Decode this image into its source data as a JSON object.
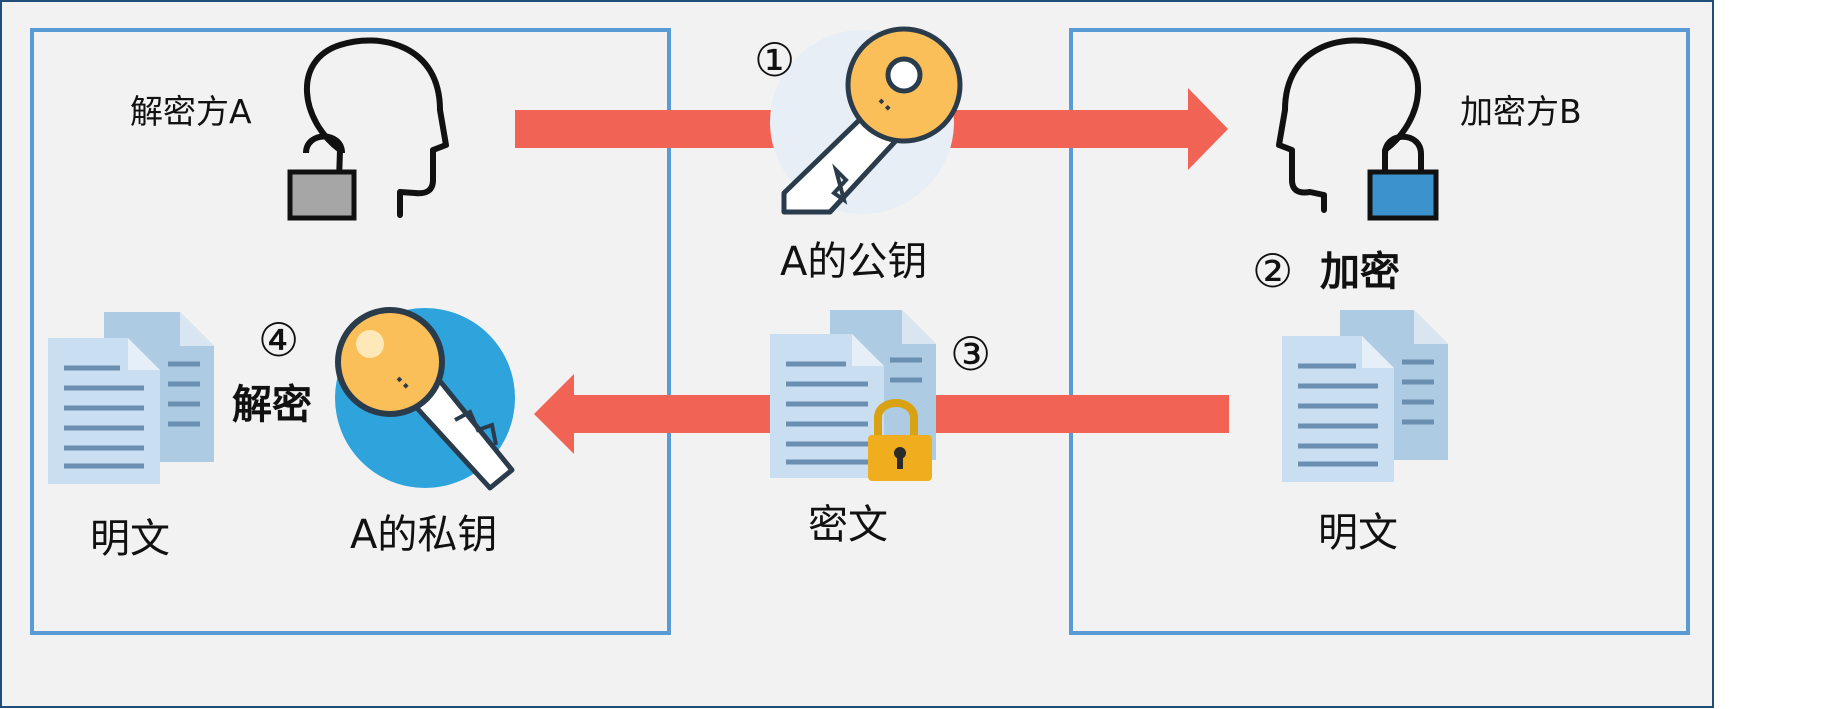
{
  "left_panel": {
    "title": "解密方A",
    "plaintext_label": "明文",
    "step_number": "④",
    "step_label": "解密",
    "private_key_label": "A的私钥"
  },
  "right_panel": {
    "title": "加密方B",
    "plaintext_label": "明文",
    "step_number": "②",
    "step_label": "加密"
  },
  "middle": {
    "public_key_step": "①",
    "public_key_label": "A的公钥",
    "ciphertext_step": "③",
    "ciphertext_label": "密文"
  },
  "colors": {
    "arrow": "#f06355",
    "panel_border": "#5b9bd5",
    "panel_fill": "#f2f2f2",
    "key_gold": "#fbbf5a",
    "private_key_circle": "#2ea3dc",
    "lock_gray": "#a6a6a6",
    "lock_blue": "#3c92cc",
    "padlock_gold": "#f0ae1e"
  },
  "icons": {
    "left_person": "head-with-unlocked-padlock-icon",
    "right_person": "head-with-locked-padlock-icon",
    "public_key": "key-icon",
    "private_key": "key-in-circle-icon",
    "documents": "document-stack-icon",
    "ciphertext": "document-stack-with-padlock-icon"
  }
}
